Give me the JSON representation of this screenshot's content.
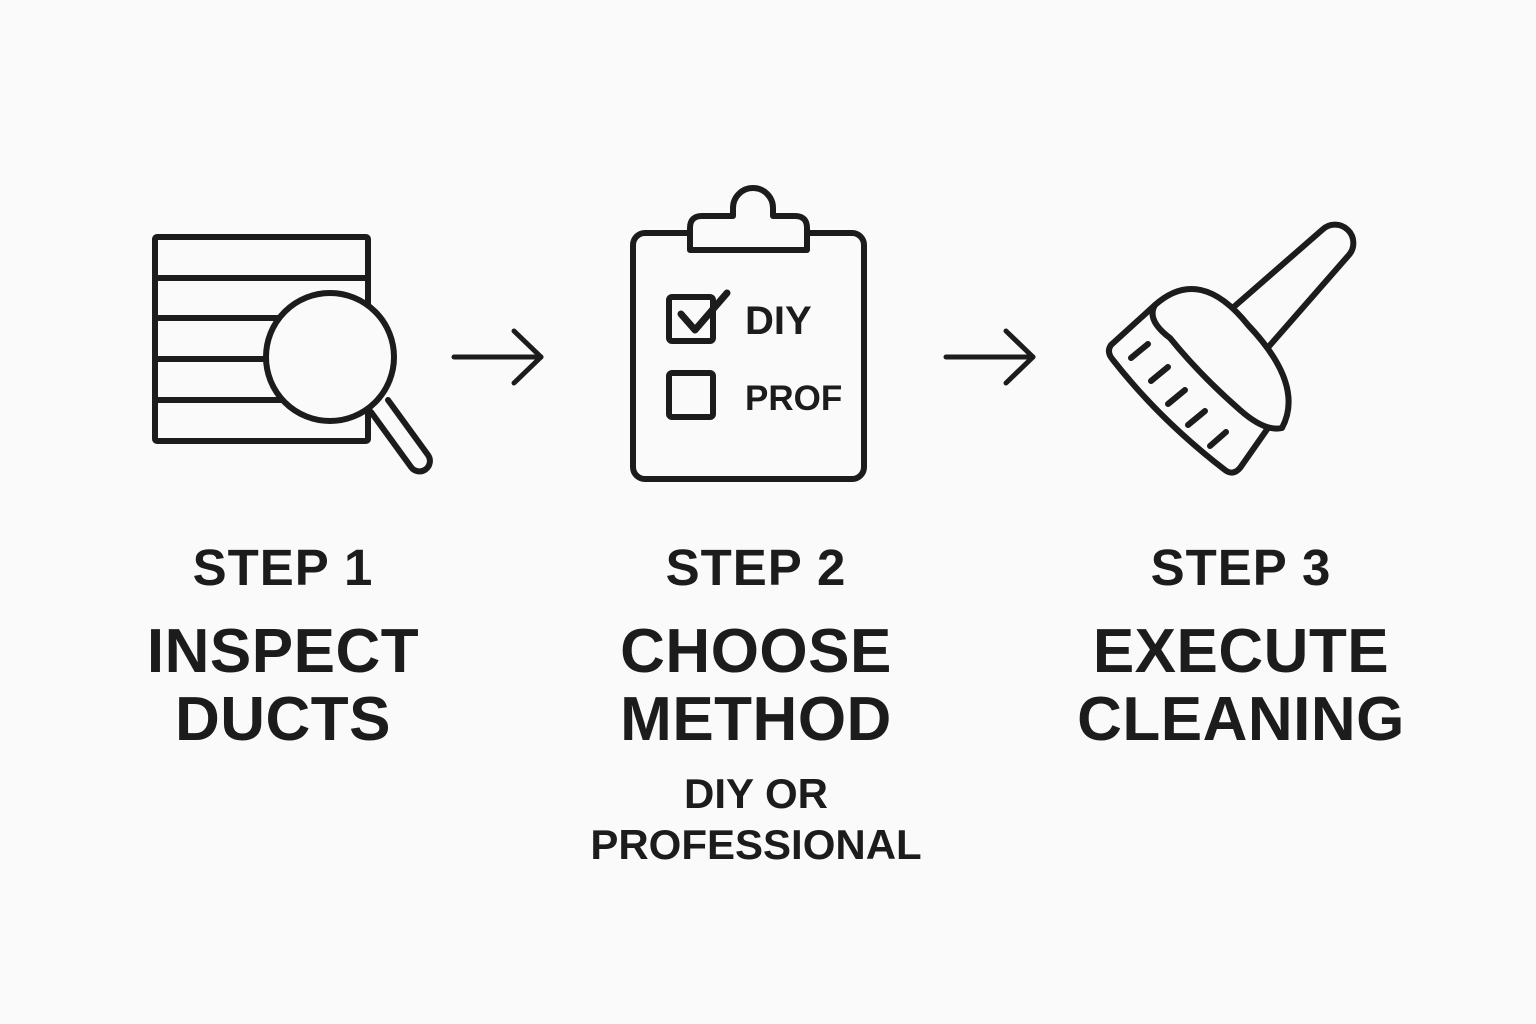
{
  "steps": [
    {
      "label": "STEP 1",
      "title": [
        "INSPECT",
        "DUCTS"
      ],
      "icon": "duct-inspect-icon"
    },
    {
      "label": "STEP 2",
      "title": [
        "CHOOSE",
        "METHOD"
      ],
      "subtitle": [
        "DIY OR",
        "PROFESSIONAL"
      ],
      "icon": "clipboard-checklist-icon",
      "checklist": [
        {
          "label": "DIY",
          "checked": true
        },
        {
          "label": "PROF",
          "checked": false
        }
      ]
    },
    {
      "label": "STEP 3",
      "title": [
        "EXECUTE",
        "CLEANING"
      ],
      "icon": "brush-icon"
    }
  ],
  "connectors": [
    "arrow-right-icon",
    "arrow-right-icon"
  ],
  "colors": {
    "background": "#fafafa",
    "ink": "#1c1c1c"
  }
}
